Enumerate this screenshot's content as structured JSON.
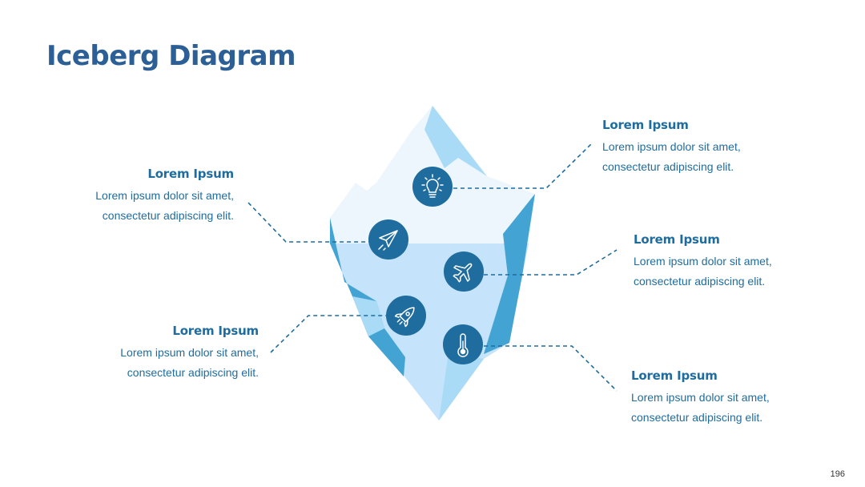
{
  "title": "Iceberg Diagram",
  "blocks": [
    {
      "heading": "Lorem Ipsum",
      "line1": "Lorem ipsum dolor sit amet,",
      "line2": "consectetur adipiscing elit."
    },
    {
      "heading": "Lorem Ipsum",
      "line1": "Lorem ipsum dolor sit amet,",
      "line2": "consectetur adipiscing elit."
    },
    {
      "heading": "Lorem Ipsum",
      "line1": "Lorem ipsum dolor sit amet,",
      "line2": "consectetur adipiscing elit."
    },
    {
      "heading": "Lorem Ipsum",
      "line1": "Lorem ipsum dolor sit amet,",
      "line2": "consectetur adipiscing elit."
    },
    {
      "heading": "Lorem Ipsum",
      "line1": "Lorem ipsum dolor sit amet,",
      "line2": "consectetur adipiscing elit."
    }
  ],
  "icons": [
    "lightbulb-icon",
    "paper-plane-icon",
    "airplane-icon",
    "rocket-icon",
    "thermometer-icon"
  ],
  "page_number": "196",
  "colors": {
    "title": "#2b5f95",
    "text": "#1f6c9e",
    "icon_circle": "#1f6c9e",
    "iceberg_top": "#eef6fd",
    "iceberg_top_shade": "#a9dbf7",
    "iceberg_bottom": "#c5e3fb",
    "iceberg_mid": "#43a3d3",
    "connector": "#1f6c9e"
  }
}
